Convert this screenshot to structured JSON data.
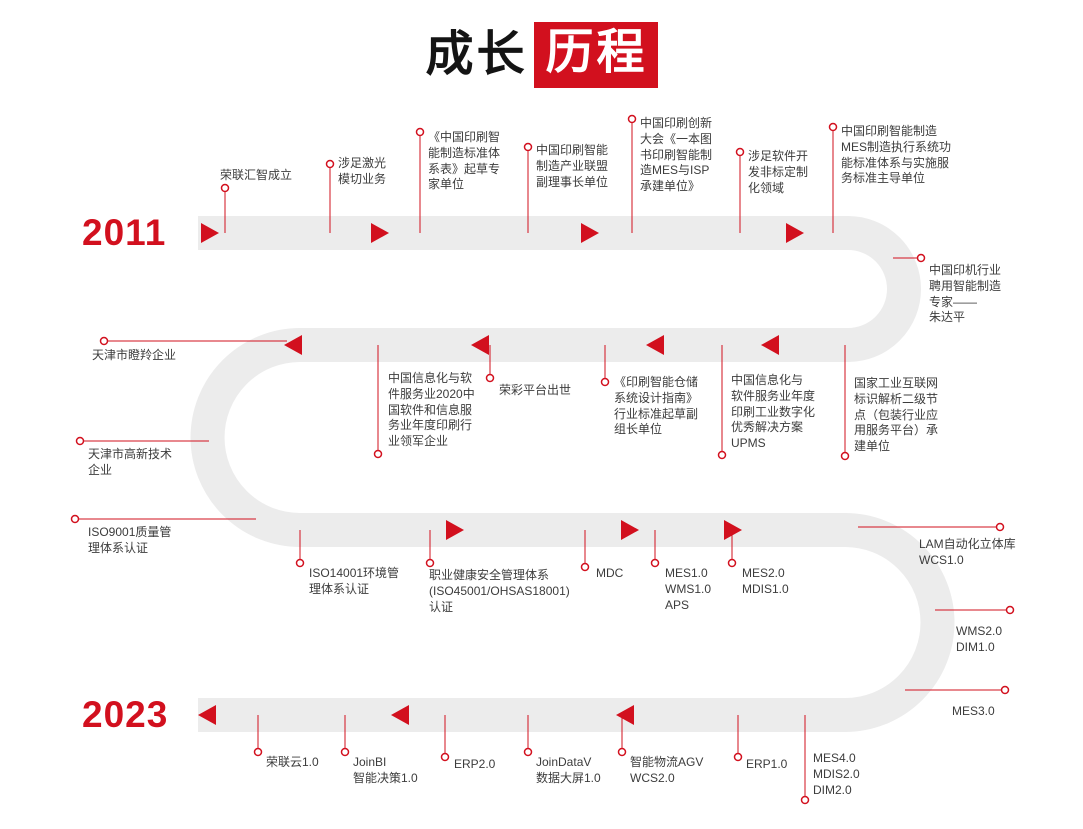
{
  "title": {
    "text_black": "成长",
    "text_red": "历程"
  },
  "years": {
    "start": "2011",
    "end": "2023"
  },
  "colors": {
    "accent": "#d2101e",
    "track": "#ececec",
    "label_text": "#3c3c3c",
    "title_black": "#141414"
  },
  "milestones": {
    "row1": [
      "荣联汇智成立",
      "涉足激光\n模切业务",
      "《中国印刷智\n能制造标准体\n系表》起草专\n家单位",
      "中国印刷智能\n制造产业联盟\n副理事长单位",
      "中国印刷创新\n大会《一本图\n书印刷智能制\n造MES与ISP\n承建单位》",
      "涉足软件开\n发非标定制\n化领域",
      "中国印刷智能制造\nMES制造执行系统功\n能标准体系与实施服\n务标准主导单位"
    ],
    "right_upper": "中国印机行业\n聘用智能制造\n专家——\n朱达平",
    "row2": [
      "中国信息化与软\n件服务业2020中\n国软件和信息服\n务业年度印刷行\n业领军企业",
      "荣彩平台出世",
      "《印刷智能仓储\n系统设计指南》\n行业标准起草副\n组长单位",
      "中国信息化与\n软件服务业年度\n印刷工业数字化\n优秀解决方案\nUPMS",
      "国家工业互联网\n标识解析二级节\n点（包装行业应\n用服务平台）承\n建单位"
    ],
    "left_side": [
      "天津市瞪羚企业",
      "天津市高新技术\n企业",
      "ISO9001质量管\n理体系认证"
    ],
    "row3": [
      "ISO14001环境管\n理体系认证",
      "职业健康安全管理体系\n(ISO45001/OHSAS18001)\n认证",
      "MDC",
      "MES1.0\nWMS1.0\nAPS",
      "MES2.0\nMDIS1.0"
    ],
    "right_lower": [
      "LAM自动化立体库\nWCS1.0",
      "WMS2.0\nDIM1.0",
      "MES3.0"
    ],
    "row4": [
      "荣联云1.0",
      "JoinBI\n智能决策1.0",
      "ERP2.0",
      "JoinDataV\n数据大屏1.0",
      "智能物流AGV\nWCS2.0",
      "ERP1.0",
      "MES4.0\nMDIS2.0\nDIM2.0"
    ]
  }
}
